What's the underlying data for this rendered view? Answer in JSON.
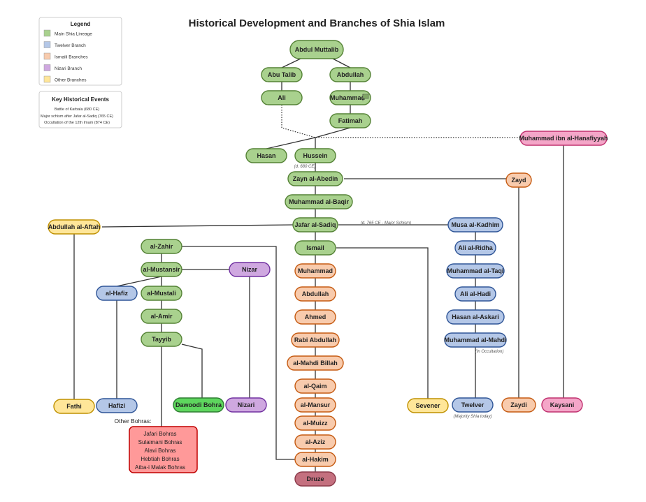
{
  "title": "Historical Development and Branches of Shia Islam",
  "legend": {
    "title": "Legend",
    "items": [
      {
        "label": "Main Shia Lineage",
        "color": "#a9d18e"
      },
      {
        "label": "Twelver Branch",
        "color": "#b4c7e7"
      },
      {
        "label": "Ismaili Branches",
        "color": "#f8cbad"
      },
      {
        "label": "Nizari Branch",
        "color": "#cfa8e0"
      },
      {
        "label": "Other Branches",
        "color": "#ffe699"
      }
    ]
  },
  "events": {
    "title": "Key Historical Events",
    "items": [
      "Battle of Karbala (680 CE)",
      "Major schism after Jafar al-Sadiq (765 CE)",
      "Occultation of the 12th Imam (874 CE)"
    ]
  },
  "nodes": {
    "abdul_muttalib": "Abdul Muttalib",
    "abu_talib": "Abu Talib",
    "abdullah": "Abdullah",
    "ali": "Ali",
    "muhammad": "Muhammad",
    "fatimah": "Fatimah",
    "hanafiyyah": "Muhammad ibn al-Hanafiyyah",
    "hasan": "Hasan",
    "hussein": "Hussein",
    "zayn": "Zayn al-Abedin",
    "zayd": "Zayd",
    "baqir": "Muhammad al-Baqir",
    "jafar": "Jafar al-Sadiq",
    "aftah": "Abdullah al-Aftah",
    "kadhim": "Musa al-Kadhim",
    "ridha": "Ali al-Ridha",
    "taqi": "Muhammad al-Taqi",
    "hadi": "Ali al-Hadi",
    "askari": "Hasan al-Askari",
    "mahdi": "Muhammad al-Mahdi",
    "ismail": "Ismail",
    "is_muhammad": "Muhammad",
    "is_abdullah": "Abdullah",
    "ahmed": "Ahmed",
    "rabi": "Rabi Abdullah",
    "mahdi_billah": "al-Mahdi Billah",
    "qaim": "al-Qaim",
    "mansur": "al-Mansur",
    "muizz": "al-Muizz",
    "aziz": "al-Aziz",
    "hakim": "al-Hakim",
    "druze": "Druze",
    "zahir": "al-Zahir",
    "mustansir": "al-Mustansir",
    "nizar": "Nizar",
    "hafiz": "al-Hafiz",
    "mustali": "al-Mustali",
    "amir": "al-Amir",
    "tayyib": "Tayyib",
    "fathi": "Fathi",
    "hafizi": "Hafizi",
    "dawoodi": "Dawoodi Bohra",
    "nizari": "Nizari",
    "sevener": "Sevener",
    "twelver": "Twelver",
    "zaydi": "Zaydi",
    "kaysani": "Kaysani"
  },
  "notes": {
    "hussein": "(d. 680 CE)",
    "jafar": "(d. 765 CE - Major Schism)",
    "mahdi": "(In Occultation)",
    "twelver": "(Majority Shia today)"
  },
  "other_bohras": {
    "title": "Other Bohras:",
    "items": [
      "Jafari Bohras",
      "Sulaimani Bohras",
      "Alavi Bohras",
      "Hebtiah Bohras",
      "Atba-i Malak Bohras"
    ]
  },
  "colors": {
    "green": "#a9d18e",
    "green_stroke": "#548235",
    "blue": "#b4c7e7",
    "blue_stroke": "#2f5597",
    "orange": "#f8cbad",
    "orange_stroke": "#c55a11",
    "purple": "#cfa8e0",
    "purple_stroke": "#7030a0",
    "yellow": "#ffe699",
    "yellow_stroke": "#bf9000",
    "pink": "#f4a6c8",
    "pink_stroke": "#c0306f",
    "dawoodi": "#5ed65e",
    "druze": "#c4707f",
    "bohras": "#ff9999"
  }
}
